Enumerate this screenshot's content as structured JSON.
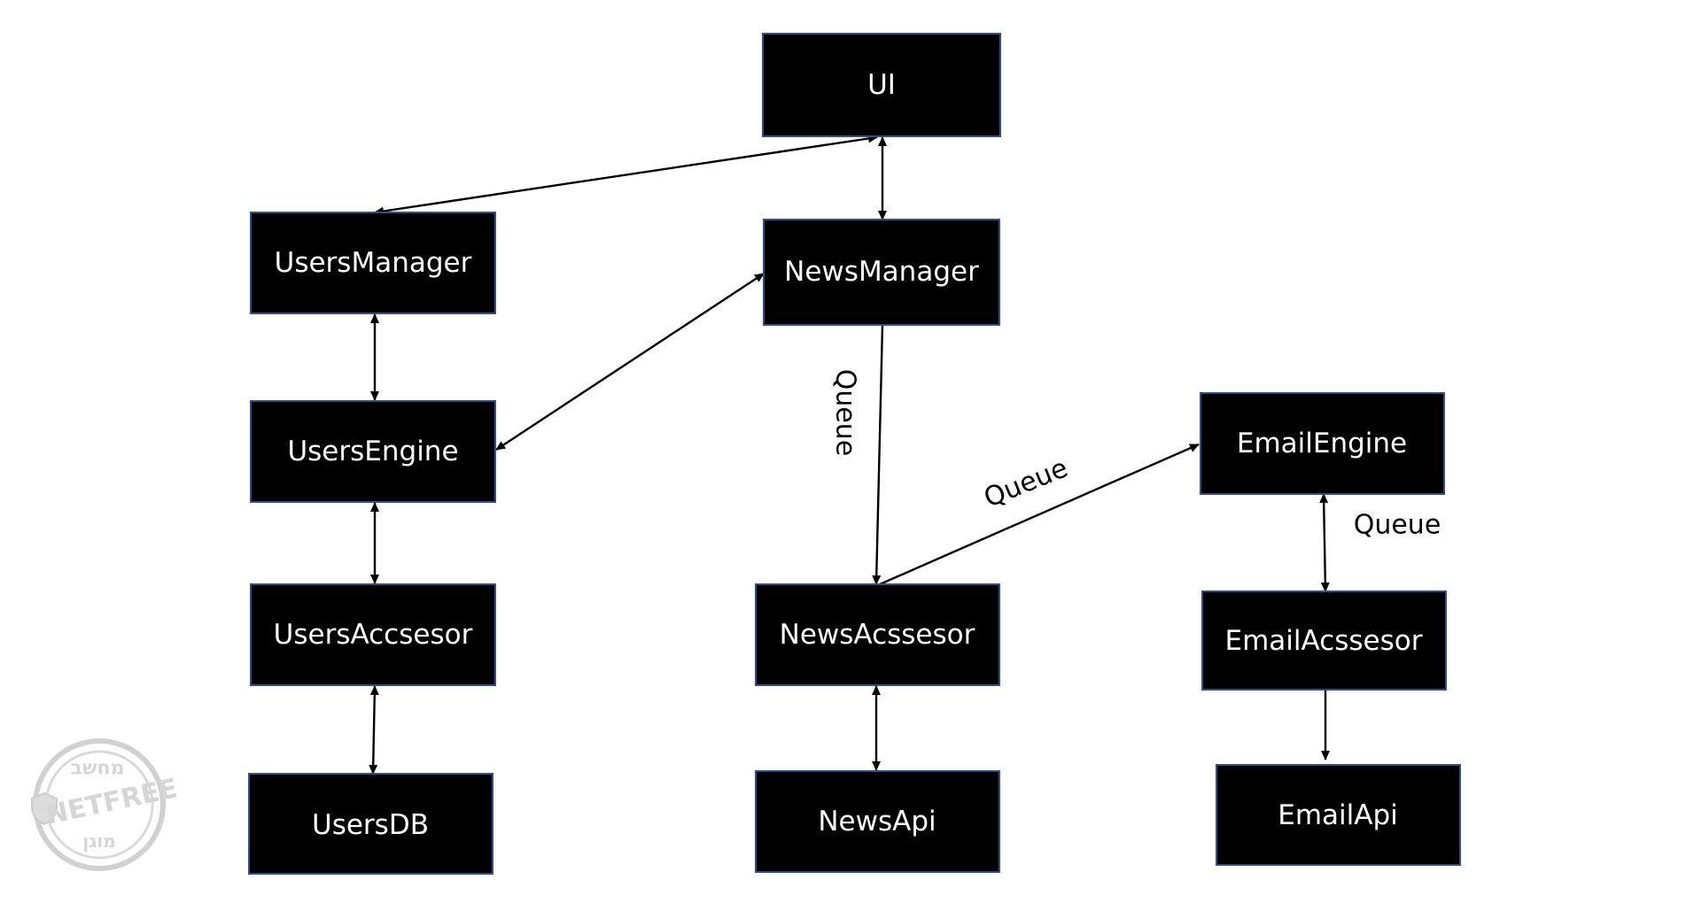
{
  "diagram": {
    "nodes": {
      "ui": "UI",
      "users_manager": "UsersManager",
      "news_manager": "NewsManager",
      "users_engine": "UsersEngine",
      "email_engine": "EmailEngine",
      "users_accessor": "UsersAccsesor",
      "news_accessor": "NewsAcssesor",
      "email_accessor": "EmailAcssesor",
      "users_db": "UsersDB",
      "news_api": "NewsApi",
      "email_api": "EmailApi"
    },
    "edge_labels": {
      "news_manager_to_news_accessor": "Queue",
      "news_accessor_to_email_engine": "Queue",
      "email_engine_to_email_accessor": "Queue"
    },
    "colors": {
      "box_fill": "#000000",
      "box_border": "#2f4f8f",
      "box_text": "#ffffff",
      "arrow": "#000000"
    }
  },
  "watermark": {
    "top_text": "מחשב",
    "brand": "NETFREE",
    "bottom_text": "מוגן"
  }
}
